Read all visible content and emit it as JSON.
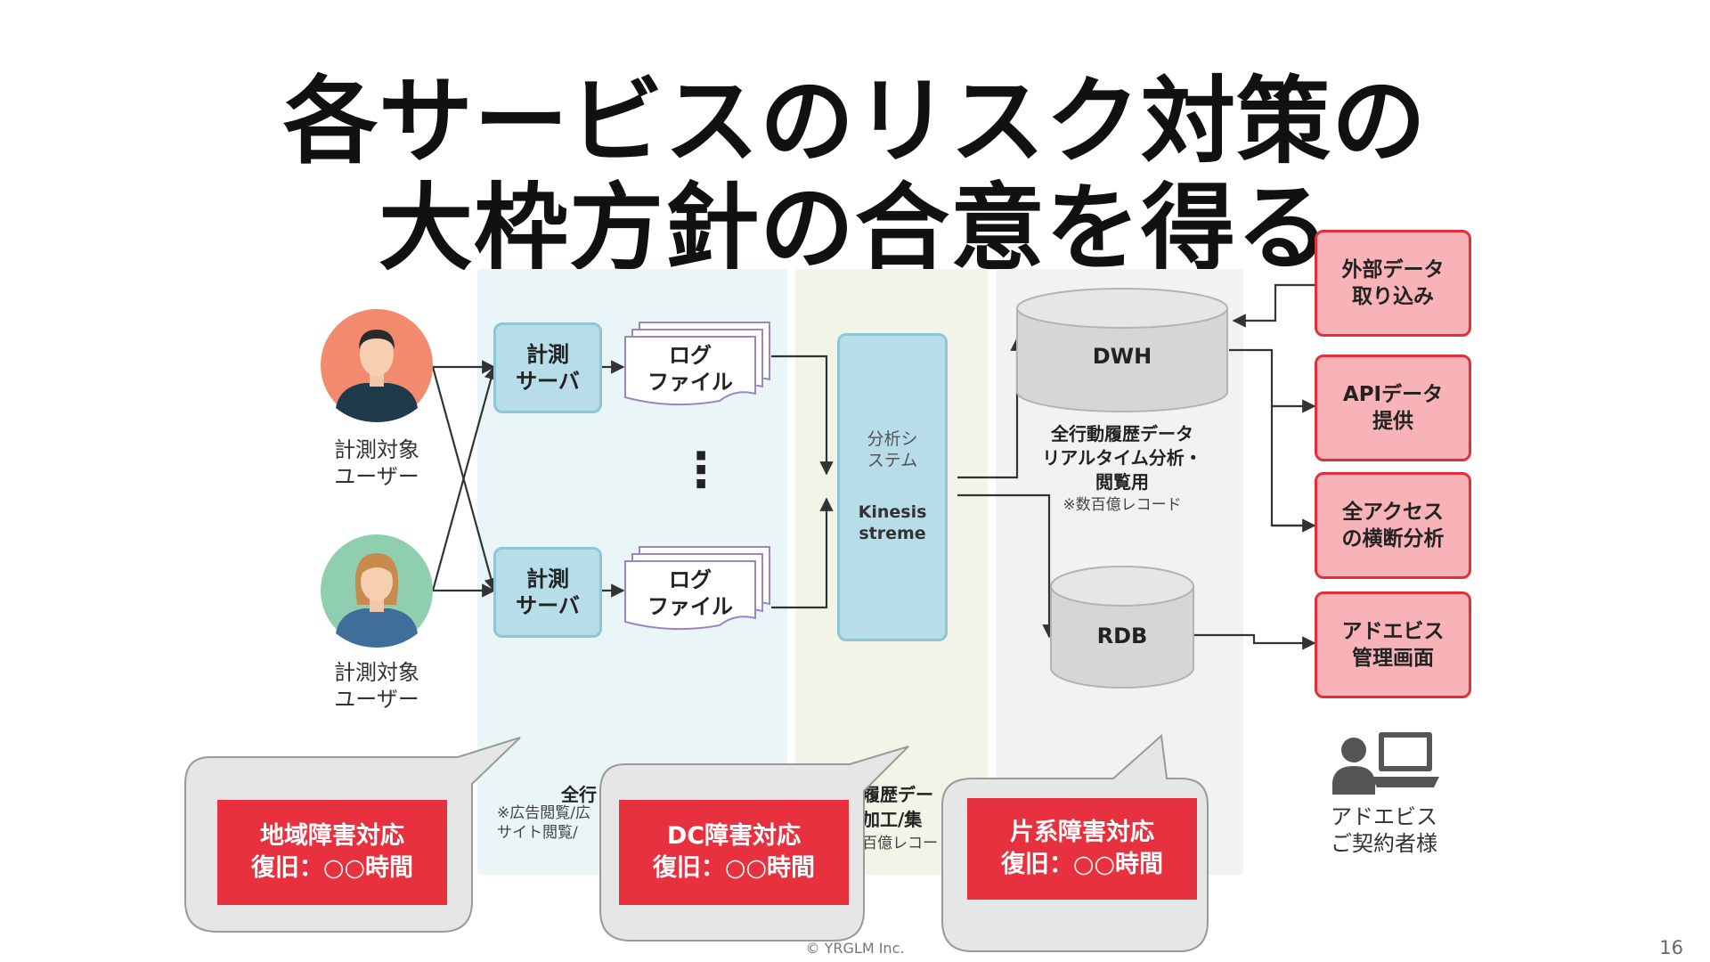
{
  "title": {
    "line1": "各サービスのリスク対策の",
    "line2": "大枠方針の合意を得る"
  },
  "users": {
    "top_label": "計測対象\nユーザー",
    "bottom_label": "計測対象\nユーザー"
  },
  "servers": {
    "top": "計測\nサーバ",
    "bottom": "計測\nサーバ"
  },
  "logs": {
    "top": "ログ\nファイル",
    "bottom": "ログ\nファイル",
    "ellipsis": "⋮"
  },
  "analysis": {
    "header": "分析シ\nステム",
    "name": "Kinesis\nstreme"
  },
  "dwh": {
    "label": "DWH",
    "desc": "全行動履歴データ\nリアルタイム分析・\n閲覧用",
    "note": "※数百億レコード"
  },
  "rdb": {
    "label": "RDB"
  },
  "outputs": [
    "外部データ\n取り込み",
    "APIデータ\n提供",
    "全アクセス\nの横断分析",
    "アドエビス\n管理画面"
  ],
  "client_label": "アドエビス\nご契約者様",
  "hidden_text": {
    "left_title": "全行",
    "left_note": "※広告閲覧/広\nサイト閲覧/",
    "mid_title": "履歴デー\n加工/集",
    "mid_note": "百億レコー"
  },
  "callouts": [
    {
      "text": "地域障害対応\n復旧：○○時間"
    },
    {
      "text": "DC障害対応\n復旧：○○時間"
    },
    {
      "text": "片系障害対応\n復旧：○○時間"
    }
  ],
  "footer": {
    "copyright": "© YRGLM Inc.",
    "page": "16"
  },
  "colors": {
    "alert_red": "#e8313f",
    "output_fill": "#f7b3b7",
    "output_border": "#e0303a",
    "server_fill": "#b7dde8",
    "band_blue": "#eaf5f8",
    "band_green": "#f1f4e6",
    "band_gray": "#f2f2f2"
  }
}
